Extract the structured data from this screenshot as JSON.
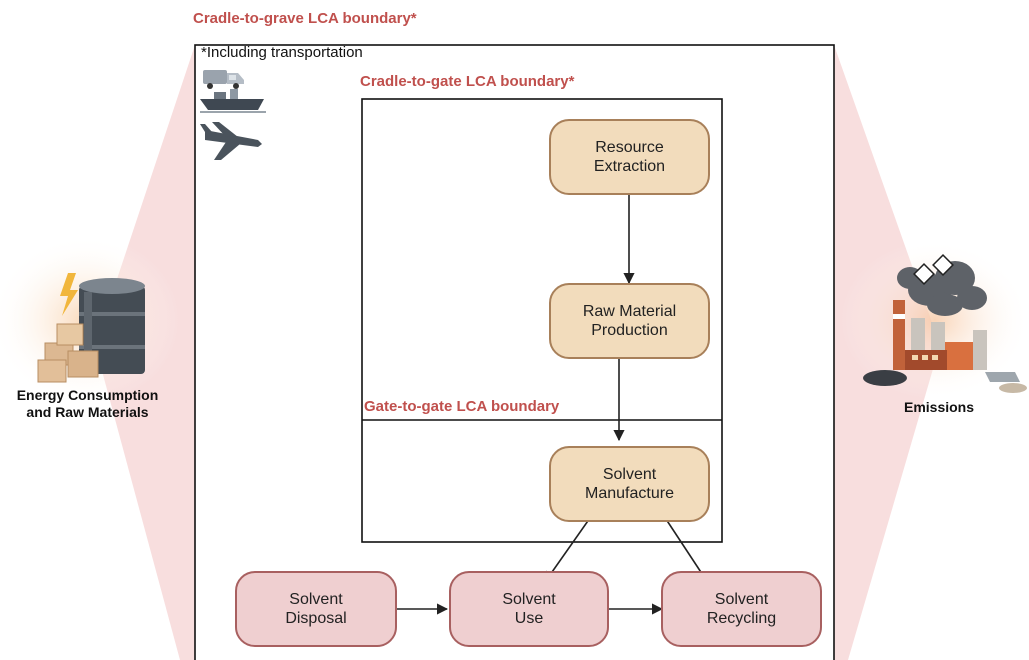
{
  "boundaries": {
    "cradle_to_grave": "Cradle-to-grave LCA boundary*",
    "including_transport": "*Including transportation",
    "cradle_to_gate": "Cradle-to-gate LCA boundary*",
    "gate_to_gate": "Gate-to-gate LCA boundary"
  },
  "nodes": {
    "resource_extraction": "Resource\nExtraction",
    "raw_material_production": "Raw Material\nProduction",
    "solvent_manufacture": "Solvent\nManufacture",
    "solvent_disposal": "Solvent\nDisposal",
    "solvent_use": "Solvent\nUse",
    "solvent_recycling": "Solvent\nRecycling"
  },
  "inputs_label": "Energy Consumption\nand Raw Materials",
  "outputs_label": "Emissions",
  "icons": [
    "van-icon",
    "ship-icon",
    "airplane-icon",
    "lightning-icon",
    "oil-barrel-icon",
    "boxes-icon",
    "factory-icon",
    "smoke-icon",
    "hazard-icon",
    "waste-pipe-icon"
  ],
  "colors": {
    "boundary_label": "#c0504d",
    "process_node": "#f2dcbc",
    "lifecycle_node": "#efcfd0",
    "side_fan": "#f6d3d3"
  }
}
